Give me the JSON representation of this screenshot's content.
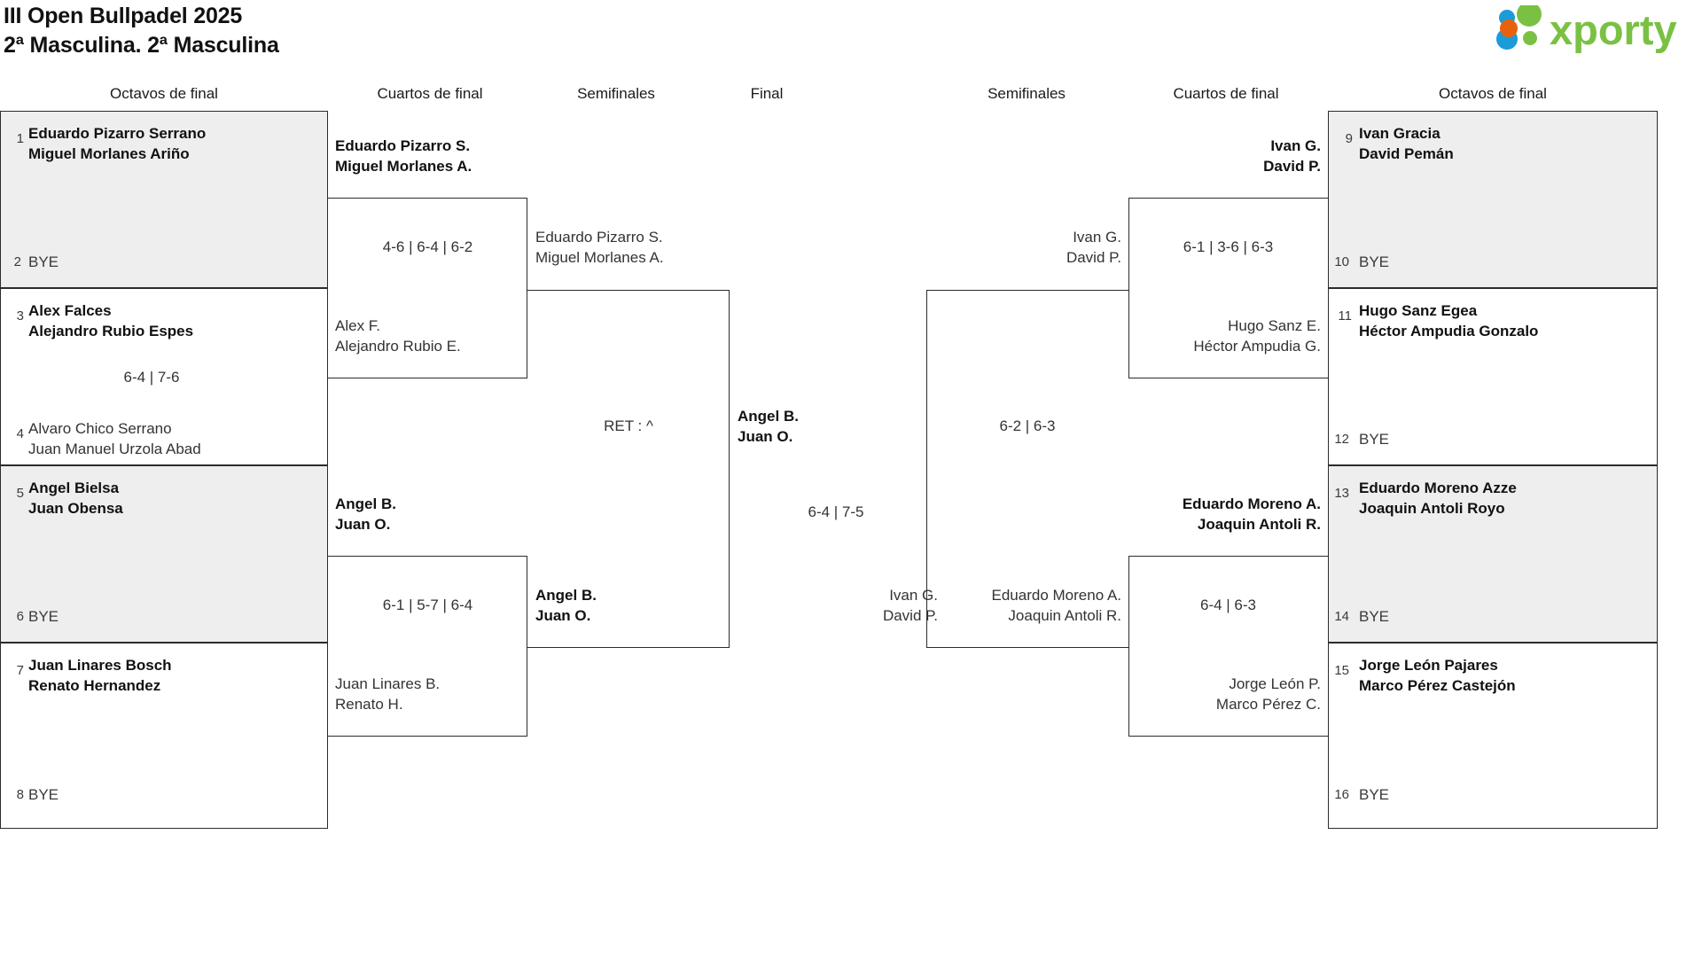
{
  "header": {
    "title_line1": "III Open Bullpadel 2025",
    "title_line2": "2ª Masculina. 2ª Masculina",
    "logo_text": "xporty",
    "logo_colors": {
      "green": "#7AC143",
      "blue": "#1B9BD8",
      "orange": "#E8620C"
    }
  },
  "round_headers": {
    "left_r16": "Octavos de final",
    "left_qf": "Cuartos de final",
    "left_sf": "Semifinales",
    "final": "Final",
    "right_sf": "Semifinales",
    "right_qf": "Cuartos de final",
    "right_r16": "Octavos de final"
  },
  "labels": {
    "bye": "BYE"
  },
  "left_r16": [
    {
      "seed": "1",
      "p1": "Eduardo Pizarro Serrano",
      "p2": "Miguel Morlanes Ariño",
      "winner": true
    },
    {
      "seed": "2",
      "p1": "BYE",
      "p2": "",
      "winner": false
    },
    {
      "seed": "3",
      "p1": "Alex Falces",
      "p2": "Alejandro Rubio Espes",
      "winner": true
    },
    {
      "seed": "4",
      "p1": "Alvaro Chico Serrano",
      "p2": "Juan Manuel Urzola Abad",
      "winner": false
    },
    {
      "seed": "5",
      "p1": "Angel Bielsa",
      "p2": "Juan Obensa",
      "winner": true
    },
    {
      "seed": "6",
      "p1": "BYE",
      "p2": "",
      "winner": false
    },
    {
      "seed": "7",
      "p1": "Juan Linares Bosch",
      "p2": "Renato Hernandez",
      "winner": true
    },
    {
      "seed": "8",
      "p1": "BYE",
      "p2": "",
      "winner": false
    }
  ],
  "right_r16": [
    {
      "seed": "9",
      "p1": "Ivan Gracia",
      "p2": "David Pemán",
      "winner": true
    },
    {
      "seed": "10",
      "p1": "BYE",
      "p2": "",
      "winner": false
    },
    {
      "seed": "11",
      "p1": "Hugo Sanz Egea",
      "p2": "Héctor Ampudia Gonzalo",
      "winner": true
    },
    {
      "seed": "12",
      "p1": "BYE",
      "p2": "",
      "winner": false
    },
    {
      "seed": "13",
      "p1": "Eduardo Moreno Azze",
      "p2": "Joaquin Antoli Royo",
      "winner": true
    },
    {
      "seed": "14",
      "p1": "BYE",
      "p2": "",
      "winner": false
    },
    {
      "seed": "15",
      "p1": "Jorge León Pajares",
      "p2": "Marco Pérez Castejón",
      "winner": true
    },
    {
      "seed": "16",
      "p1": "BYE",
      "p2": "",
      "winner": false
    }
  ],
  "left_r16_scores": {
    "m1": "",
    "m2": "6-4 | 7-6",
    "m3": "",
    "m4": ""
  },
  "left_qf": {
    "top": {
      "a1": "Eduardo Pizarro S.",
      "a2": "Miguel Morlanes A.",
      "b1": "Alex F.",
      "b2": "Alejandro Rubio E.",
      "score": "4-6 | 6-4 | 6-2"
    },
    "bottom": {
      "a1": "Angel B.",
      "a2": "Juan O.",
      "b1": "Juan Linares B.",
      "b2": "Renato H.",
      "score": "6-1 | 5-7 | 6-4"
    }
  },
  "left_sf": {
    "a1": "Eduardo Pizarro S.",
    "a2": "Miguel Morlanes A.",
    "b1": "Angel B.",
    "b2": "Juan O.",
    "score": "RET : ^"
  },
  "final": {
    "left_team_1": "Angel B.",
    "left_team_2": "Juan O.",
    "right_team_1": "Ivan G.",
    "right_team_2": "David P.",
    "score": "6-4 | 7-5"
  },
  "right_sf": {
    "a1": "Ivan G.",
    "a2": "David P.",
    "b1": "Eduardo Moreno A.",
    "b2": "Joaquin Antoli R.",
    "score": "6-2 | 6-3"
  },
  "right_qf": {
    "top": {
      "a1": "Ivan G.",
      "a2": "David P.",
      "b1": "Hugo Sanz E.",
      "b2": "Héctor Ampudia G.",
      "score": "6-1 | 3-6 | 6-3"
    },
    "bottom": {
      "a1": "Eduardo Moreno A.",
      "a2": "Joaquin Antoli R.",
      "b1": "Jorge León P.",
      "b2": "Marco Pérez C.",
      "score": "6-4 | 6-3"
    }
  }
}
